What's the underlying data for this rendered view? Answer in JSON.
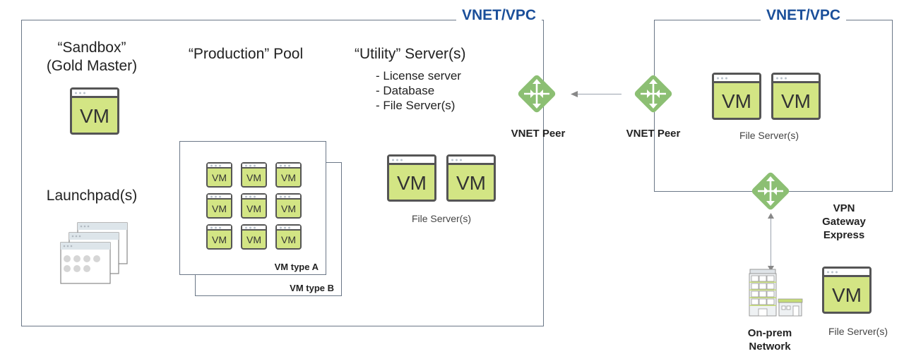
{
  "left_vnet": {
    "title": "VNET/VPC",
    "sandbox": {
      "line1": "“Sandbox”",
      "line2": "(Gold Master)",
      "vm_label": "VM"
    },
    "launchpad": {
      "label": "Launchpad(s)"
    },
    "production": {
      "title": "“Production” Pool",
      "vm_label": "VM",
      "vm_count": 9,
      "type_a_label": "VM type A",
      "type_b_label": "VM type B"
    },
    "utility": {
      "title": "“Utility” Server(s)",
      "items": [
        "- License server",
        "- Database",
        "- File Server(s)"
      ],
      "vm_label": "VM",
      "caption": "File Server(s)"
    },
    "peer_label": "VNET Peer"
  },
  "right_vnet": {
    "title": "VNET/VPC",
    "peer_label": "VNET Peer",
    "vm_label": "VM",
    "caption": "File Server(s)"
  },
  "gateway": {
    "line1": "VPN",
    "line2": "Gateway",
    "line3": "Express"
  },
  "onprem": {
    "line1": "On-prem",
    "line2": "Network",
    "vm_label": "VM",
    "caption": "File Server(s)"
  },
  "colors": {
    "accent_blue": "#1b4f9a",
    "vm_green": "#d3e584",
    "router_green": "#8cbf73",
    "border": "#6b7787"
  }
}
